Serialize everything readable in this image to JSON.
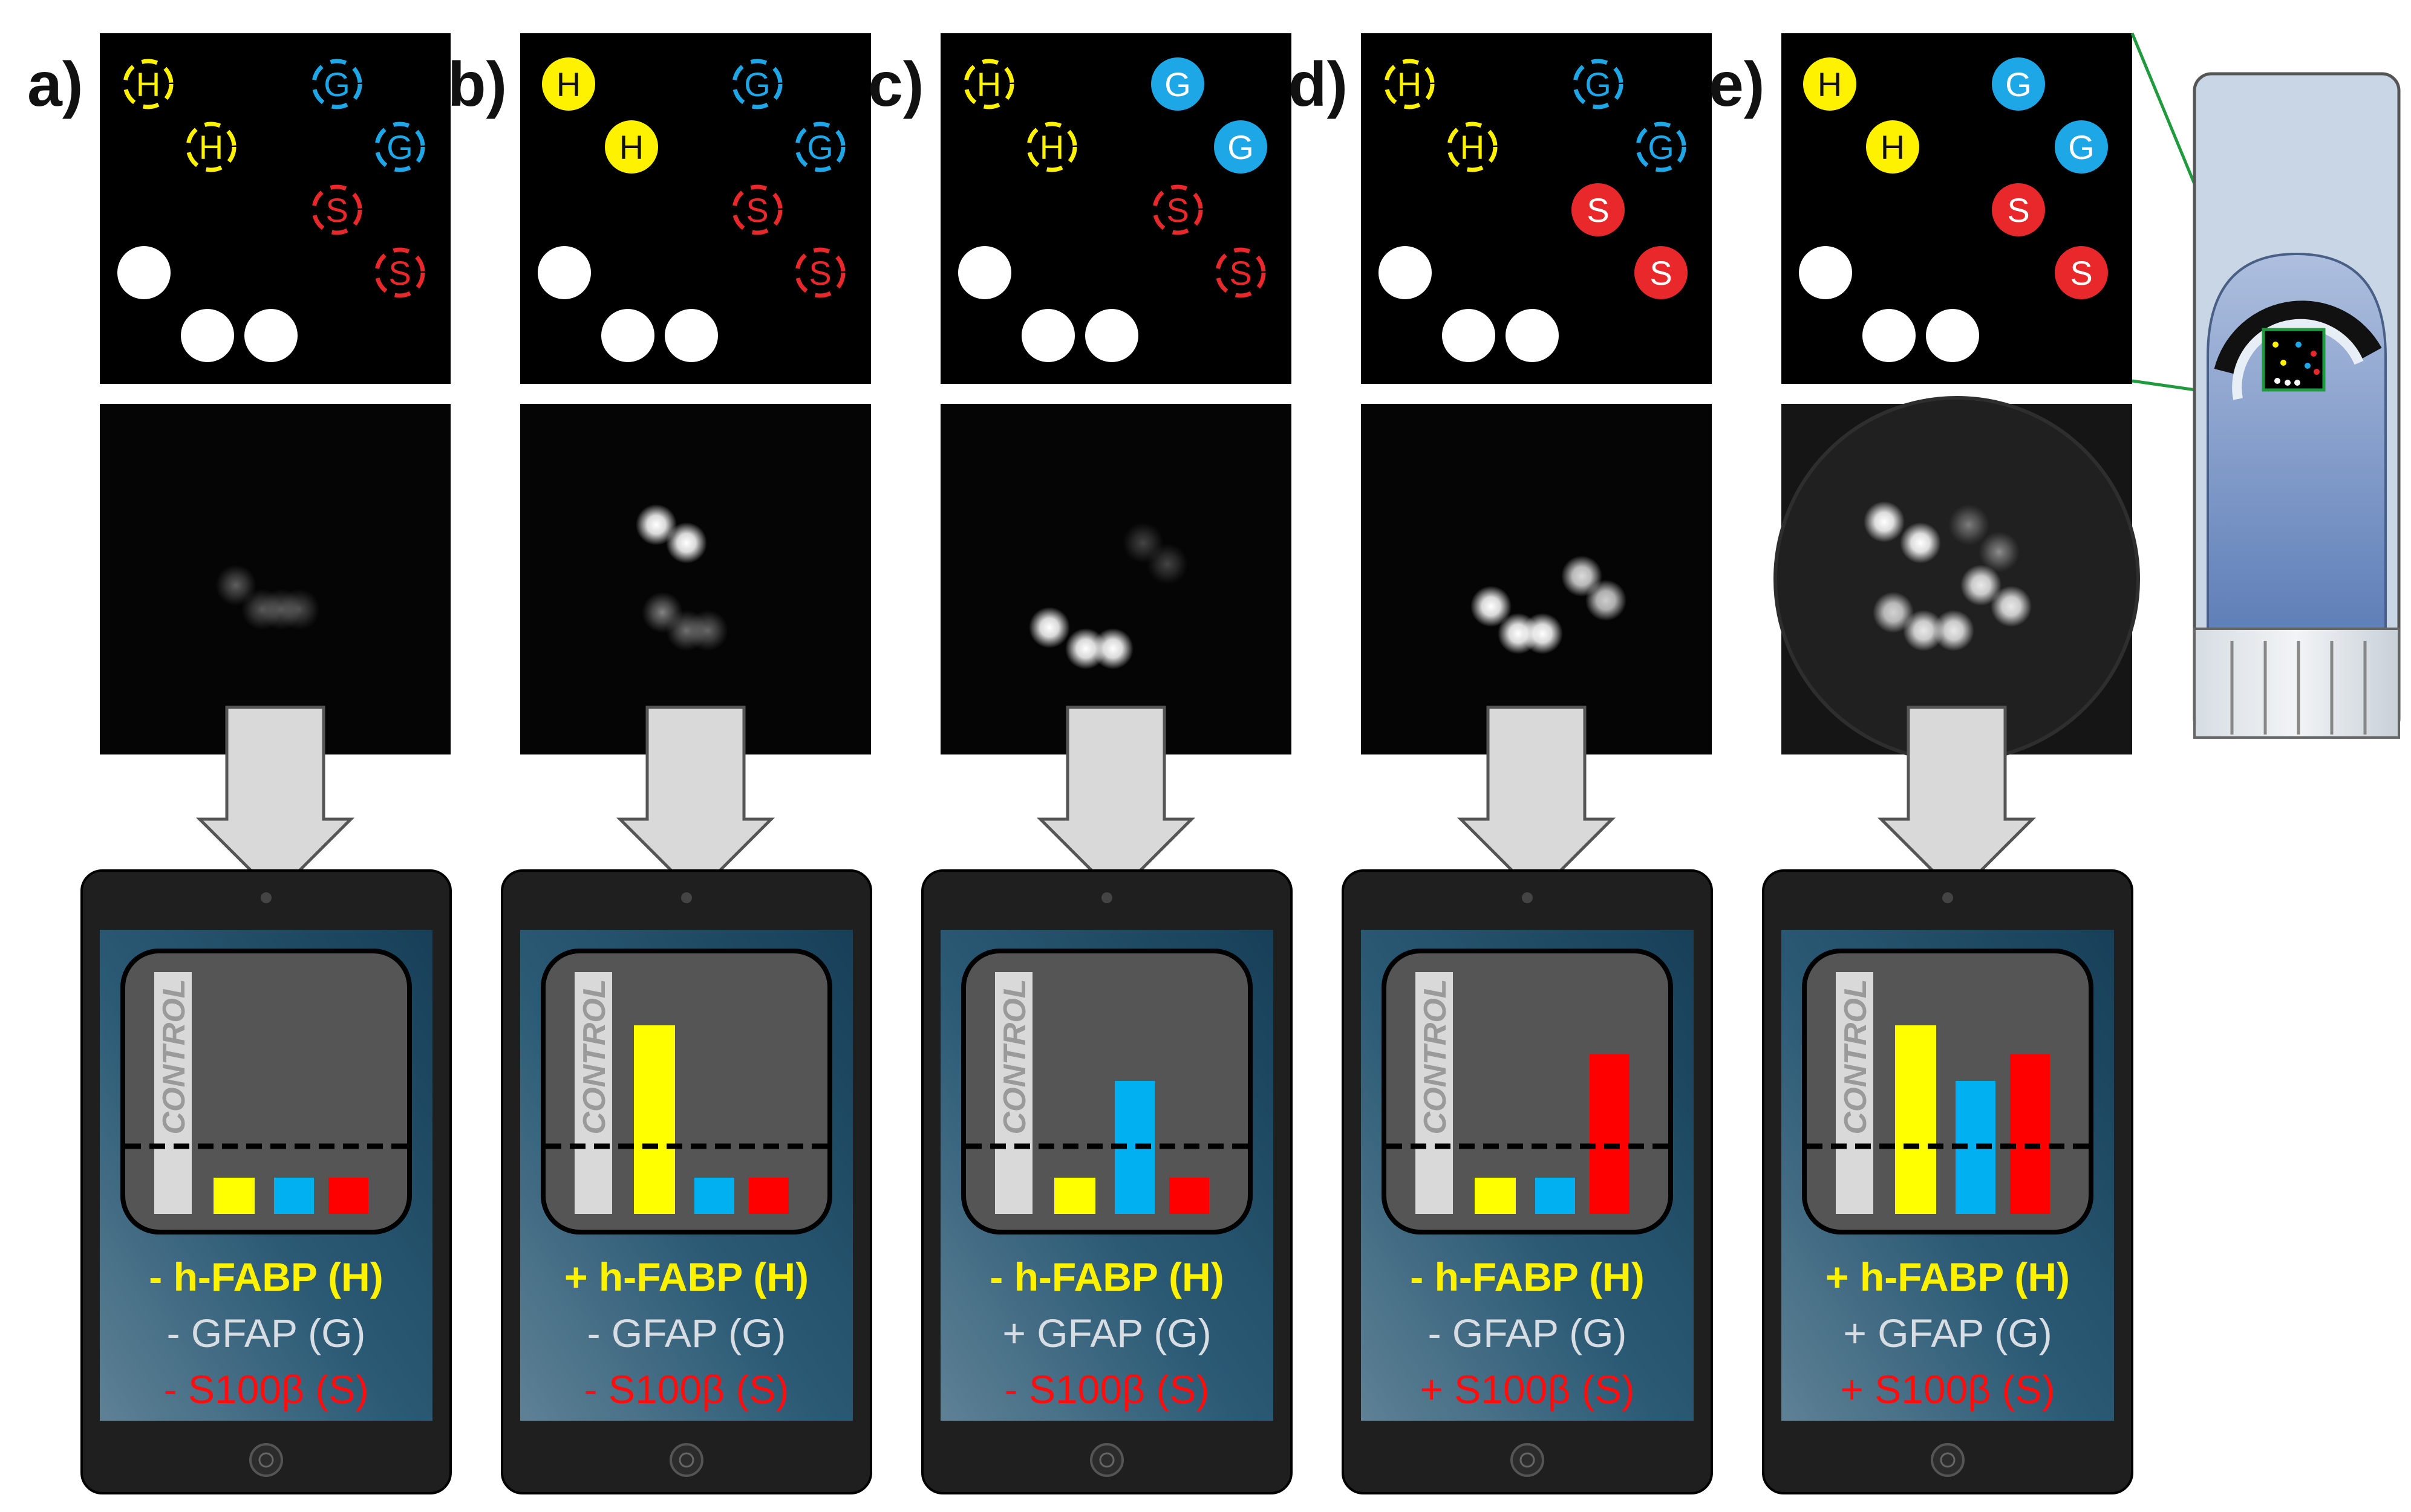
{
  "panels": [
    {
      "letter": "a)",
      "spots": {
        "H": false,
        "G": false,
        "S": false
      },
      "levels": {
        "H": 0.12,
        "G": 0.12,
        "S": 0.12
      },
      "lines": [
        {
          "text": "- h-FABP (H)",
          "color": "#fff200"
        },
        {
          "text": "- GFAP (G)",
          "color": "#d7dde3"
        },
        {
          "text": "- S100β (S)",
          "color": "#ff0d0d"
        }
      ]
    },
    {
      "letter": "b)",
      "spots": {
        "H": true,
        "G": false,
        "S": false
      },
      "levels": {
        "H": 0.78,
        "G": 0.12,
        "S": 0.12
      },
      "lines": [
        {
          "text": "+ h-FABP (H)",
          "color": "#fff200"
        },
        {
          "text": "- GFAP (G)",
          "color": "#d7dde3"
        },
        {
          "text": "- S100β (S)",
          "color": "#ff0d0d"
        }
      ]
    },
    {
      "letter": "c)",
      "spots": {
        "H": false,
        "G": true,
        "S": false
      },
      "levels": {
        "H": 0.12,
        "G": 0.55,
        "S": 0.12
      },
      "lines": [
        {
          "text": "- h-FABP (H)",
          "color": "#fff200"
        },
        {
          "text": "+ GFAP (G)",
          "color": "#d7dde3"
        },
        {
          "text": "- S100β (S)",
          "color": "#ff0d0d"
        }
      ]
    },
    {
      "letter": "d)",
      "spots": {
        "H": false,
        "G": false,
        "S": true
      },
      "levels": {
        "H": 0.12,
        "G": 0.12,
        "S": 0.66
      },
      "lines": [
        {
          "text": "- h-FABP (H)",
          "color": "#fff200"
        },
        {
          "text": "- GFAP (G)",
          "color": "#d7dde3"
        },
        {
          "text": "+ S100β (S)",
          "color": "#ff0d0d"
        }
      ]
    },
    {
      "letter": "e)",
      "spots": {
        "H": true,
        "G": true,
        "S": true
      },
      "levels": {
        "H": 0.78,
        "G": 0.55,
        "S": 0.66
      },
      "lines": [
        {
          "text": "+ h-FABP (H)",
          "color": "#fff200"
        },
        {
          "text": "+ GFAP (G)",
          "color": "#d7dde3"
        },
        {
          "text": "+ S100β (S)",
          "color": "#ff0d0d"
        }
      ]
    }
  ],
  "spot_labels": {
    "H": "H",
    "G": "G",
    "S": "S"
  },
  "control_label": "CONTROL",
  "colors": {
    "h": "#fff200",
    "g": "#1ea7e6",
    "s": "#e8282a",
    "bar_h": "#ffff00",
    "bar_g": "#00b0f0",
    "bar_s": "#ff0000",
    "control": "#d9d9d9",
    "arrow": "#d9d9d9",
    "tablet": "#1f1f1f",
    "screen": "#2a5773",
    "chip": "#6c8fc6"
  }
}
